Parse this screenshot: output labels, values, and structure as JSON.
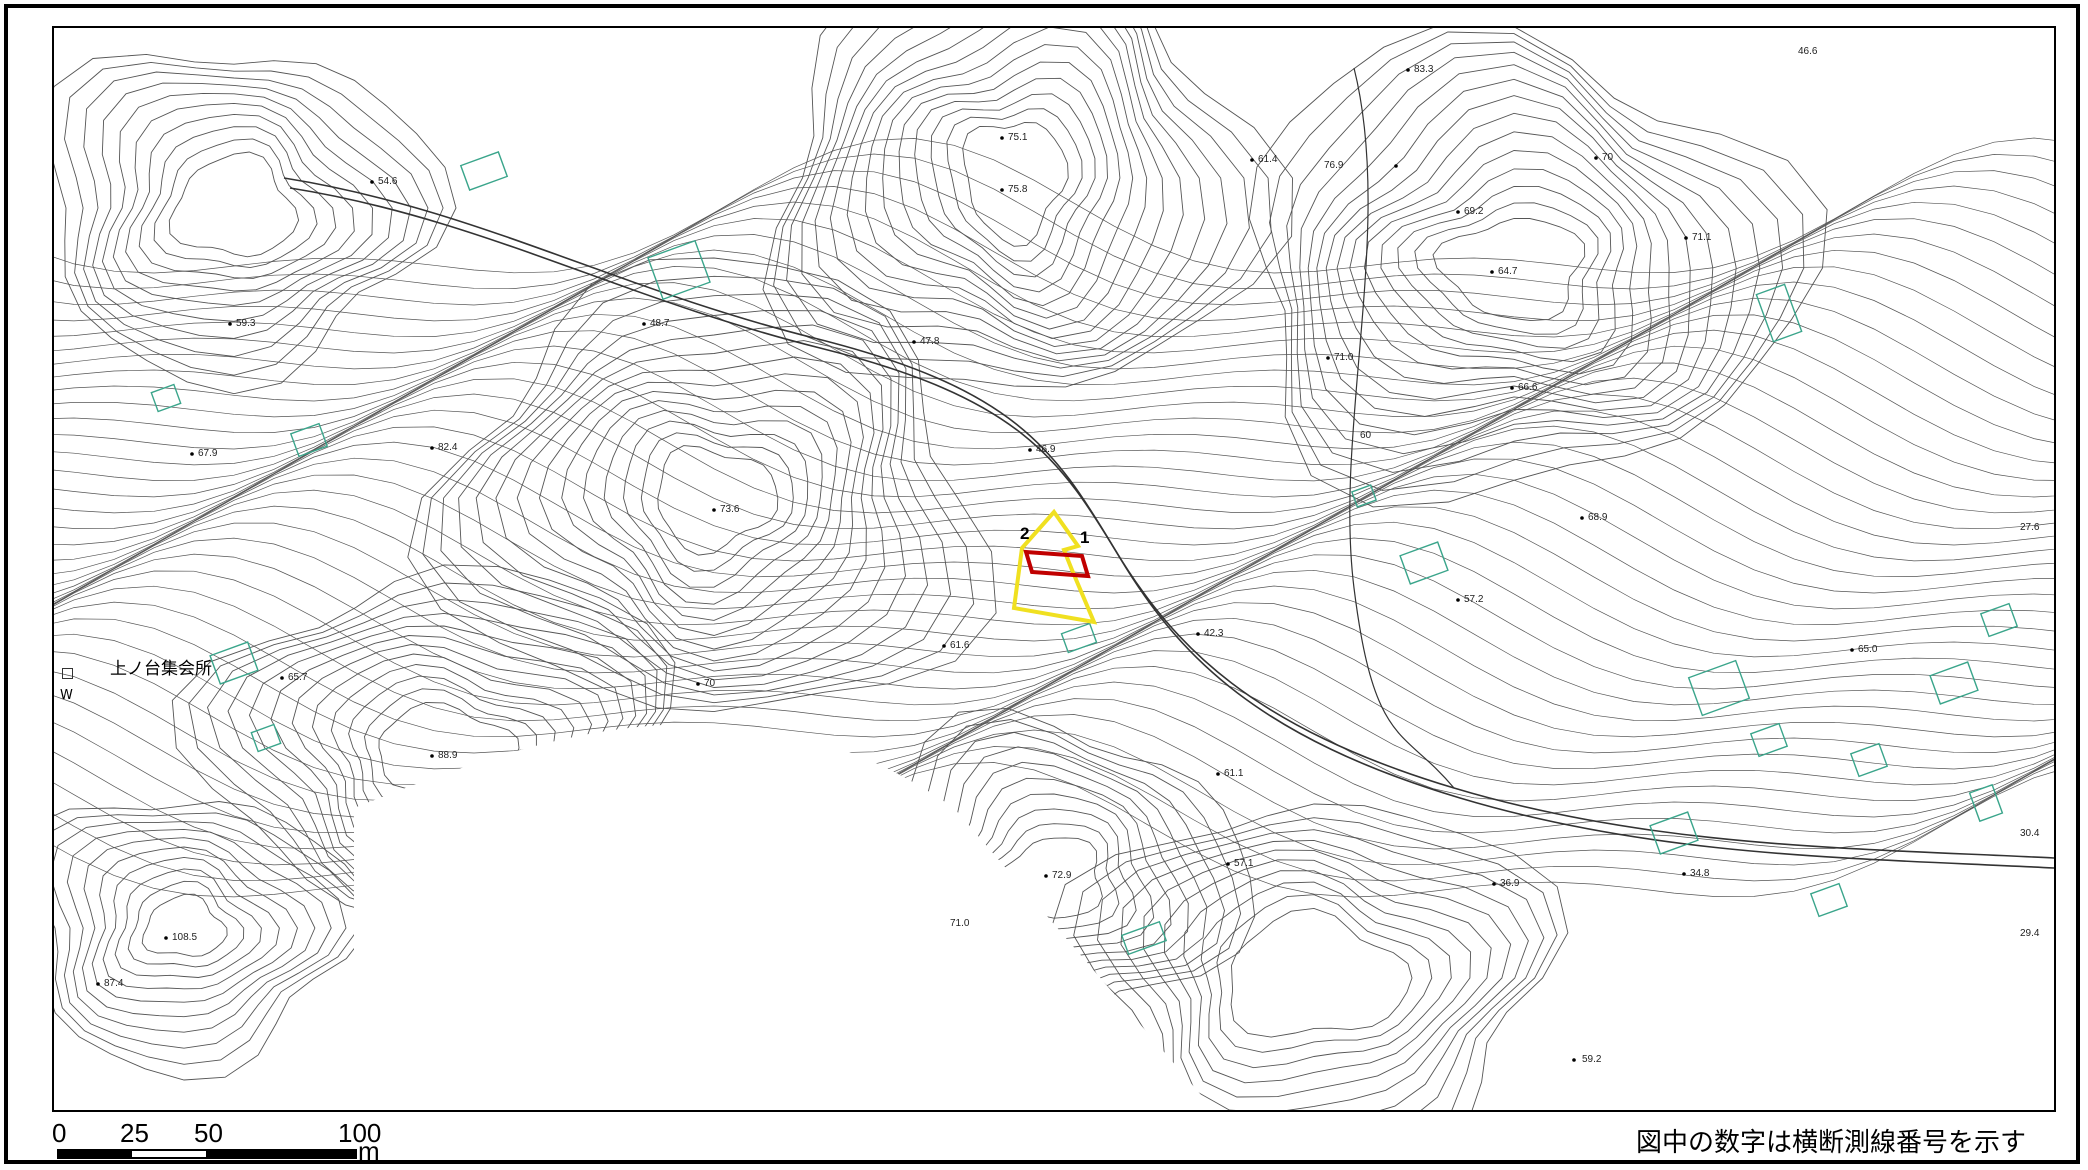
{
  "place_names": [
    {
      "text": "上ノ台集会所"
    },
    {
      "text": "W"
    }
  ],
  "section_labels": [
    "1",
    "2"
  ],
  "spot_heights": [
    "54.6",
    "59.3",
    "48.7",
    "47.8",
    "75.1",
    "75.8",
    "46.9",
    "61.4",
    "76.9",
    "83.3",
    "70",
    "69.2",
    "64.7",
    "71.1",
    "71.0",
    "66.6",
    "60",
    "68.9",
    "57.2",
    "42.3",
    "61.6",
    "82.4",
    "73.6",
    "67.9",
    "65.7",
    "70",
    "88.9",
    "108.5",
    "87.4",
    "72.9",
    "71.0",
    "57.1",
    "61.1",
    "36.9",
    "34.8",
    "65.0",
    "27.6",
    "30.4",
    "29.4",
    "59.2",
    "46.6"
  ],
  "scale_bar": {
    "ticks": [
      "0",
      "25",
      "50",
      "100"
    ],
    "unit": "m"
  },
  "note": "図中の数字は横断測線番号を示す",
  "colors": {
    "contour": "#555555",
    "building": "#3aa58b",
    "survey_area": "#f0e020",
    "target_zone": "#c00000",
    "frame": "#000000"
  }
}
